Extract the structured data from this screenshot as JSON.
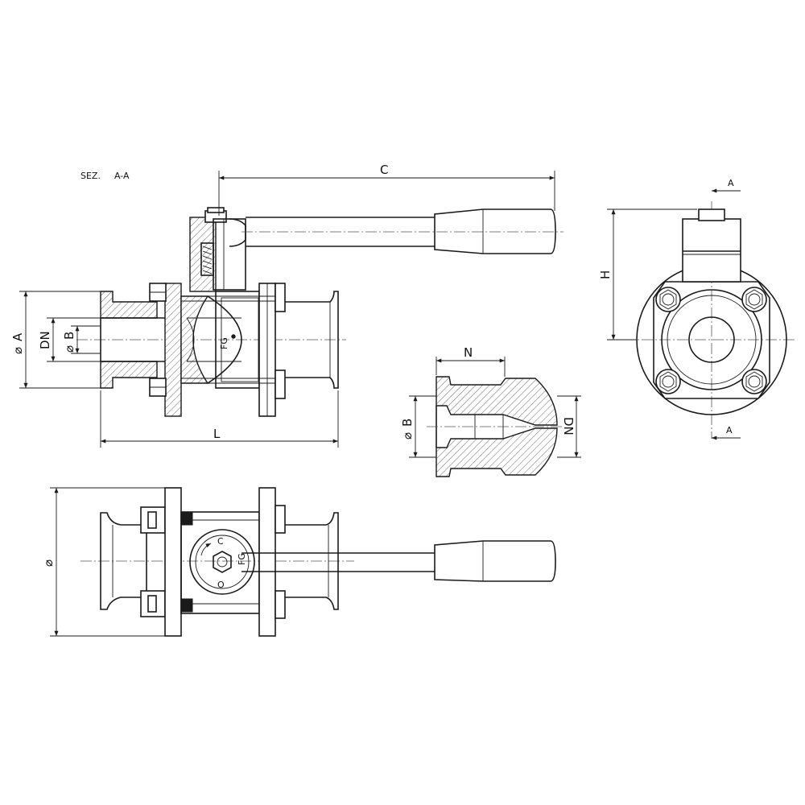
{
  "section_title": "SEZ.",
  "section_name": "A-A",
  "dimensions": {
    "C": "C",
    "L": "L",
    "A": "A",
    "B": "B",
    "DN": "DN",
    "N": "N",
    "H": "H",
    "diameter_symbol": "⌀"
  },
  "section_markers": {
    "top": "A",
    "bottom": "A"
  },
  "switch_labels": {
    "closed": "C",
    "open": "O"
  },
  "logo_text": "FG"
}
